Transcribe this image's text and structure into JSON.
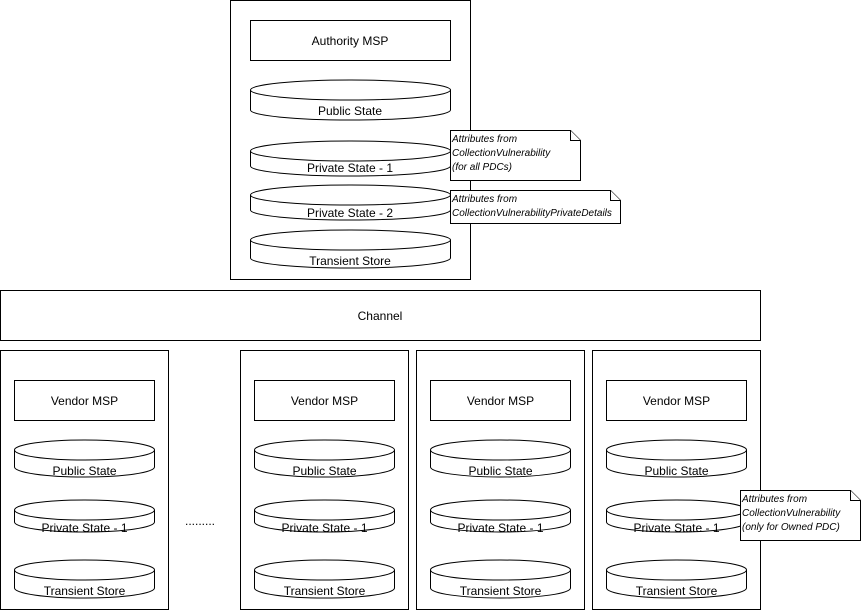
{
  "authority": {
    "msp_label": "Authority MSP",
    "public_state": "Public State",
    "private_state_1": "Private State - 1",
    "private_state_2": "Private State - 2",
    "transient_store": "Transient Store",
    "note_1": [
      "Attributes from",
      "CollectionVulnerability",
      "(for all PDCs)"
    ],
    "note_2": [
      "Attributes from",
      "CollectionVulnerabilityPrivateDetails"
    ]
  },
  "channel": {
    "label": "Channel"
  },
  "ellipsis": ".........",
  "vendors": [
    {
      "msp_label": "Vendor MSP",
      "public_state": "Public State",
      "private_state_1": "Private State - 1",
      "transient_store": "Transient Store"
    },
    {
      "msp_label": "Vendor MSP",
      "public_state": "Public State",
      "private_state_1": "Private State - 1",
      "transient_store": "Transient Store"
    },
    {
      "msp_label": "Vendor MSP",
      "public_state": "Public State",
      "private_state_1": "Private State - 1",
      "transient_store": "Transient Store"
    },
    {
      "msp_label": "Vendor MSP",
      "public_state": "Public State",
      "private_state_1": "Private State - 1",
      "transient_store": "Transient Store"
    }
  ],
  "vendor_note": [
    "Attributes from",
    "CollectionVulnerability",
    "(only for Owned PDC)"
  ]
}
